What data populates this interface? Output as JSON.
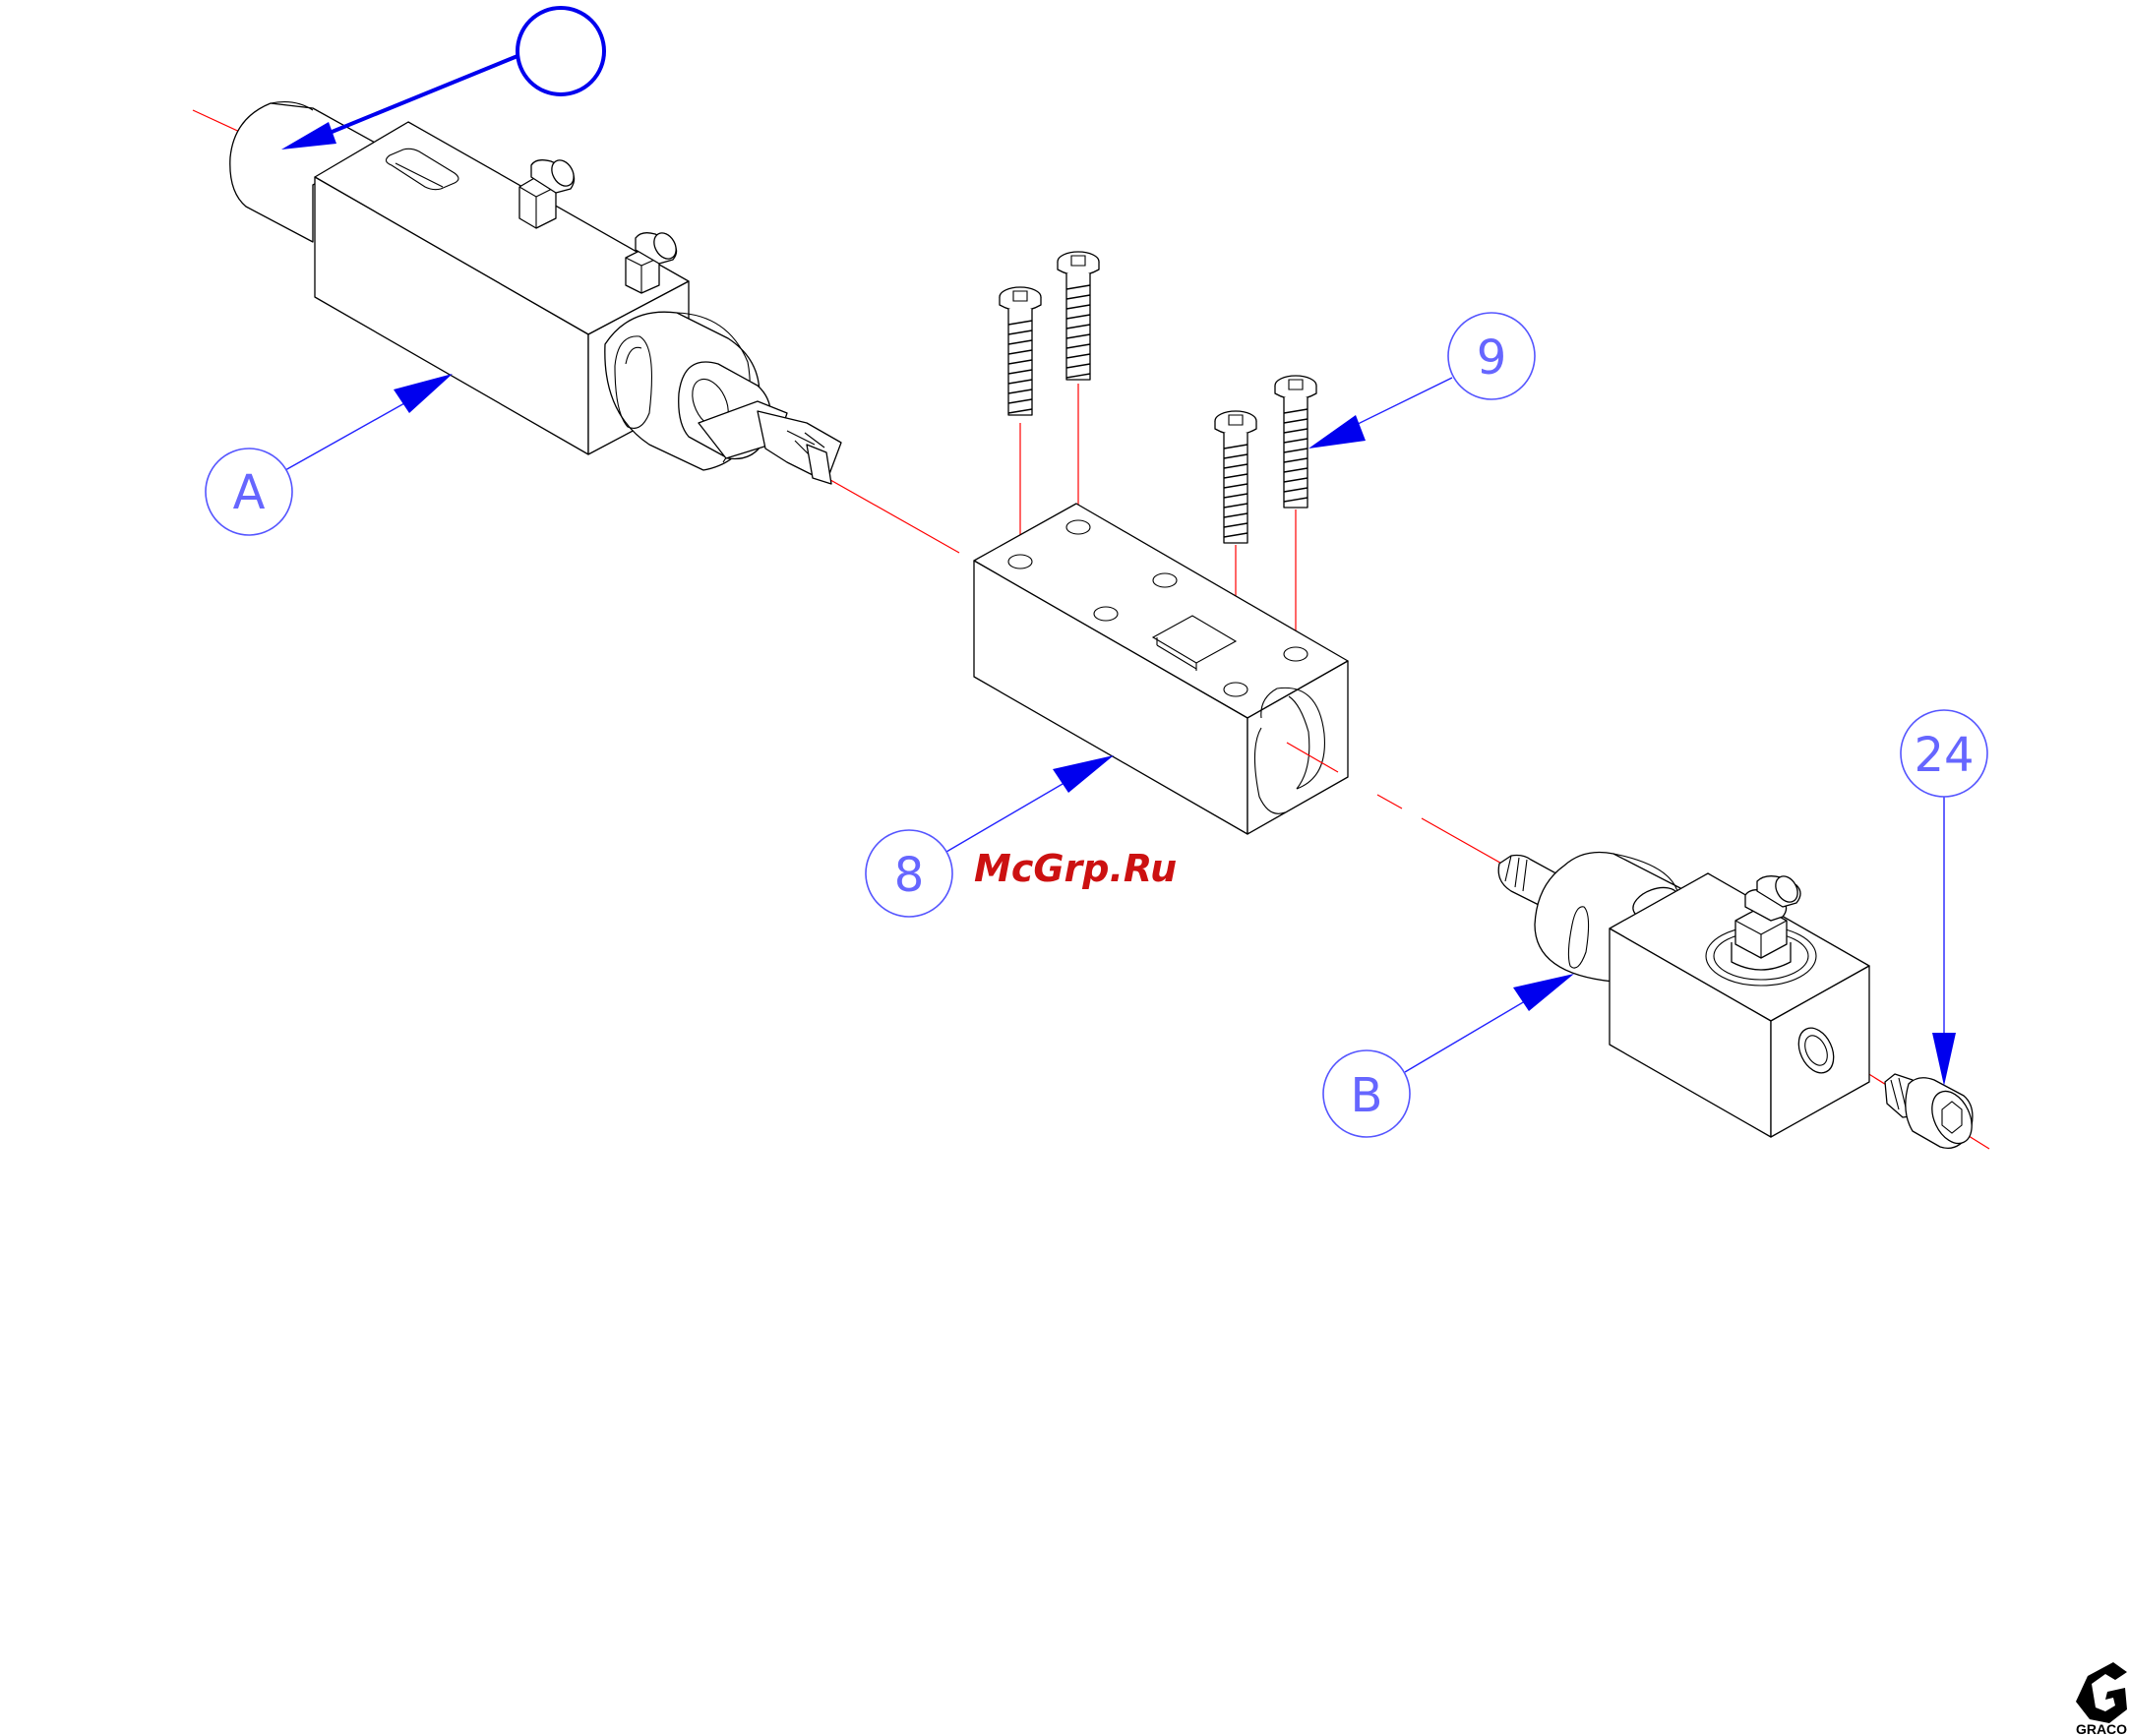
{
  "callouts": {
    "a": "A",
    "b": "B",
    "part8": "8",
    "part9": "9",
    "part24": "24",
    "top": ""
  },
  "watermark": "McGrp.Ru",
  "logo": "GRACO",
  "colors": {
    "callout": "#0000ee",
    "axis_line": "#ff0000",
    "watermark": "#cc1111"
  }
}
